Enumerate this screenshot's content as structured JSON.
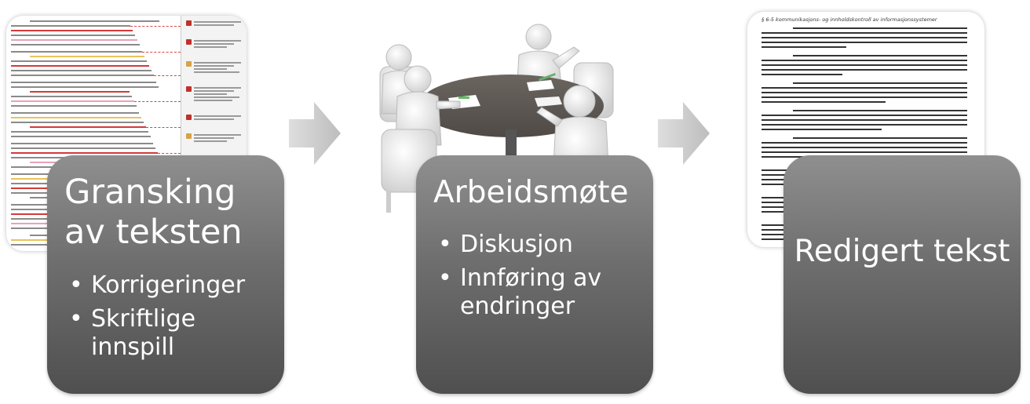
{
  "steps": [
    {
      "title": "Gransking av teksten",
      "bullets": [
        "Korrigeringer",
        "Skriftlige innspill"
      ]
    },
    {
      "title": "Arbeidsmøte",
      "bullets": [
        "Diskusjon",
        "Innføring av endringer"
      ]
    },
    {
      "title": "Redigert tekst",
      "bullets": []
    }
  ],
  "edited_doc": {
    "heading": "§ 6-5 kommunikasjons- og innholdskontroll av informasjonssystemer"
  },
  "icons": {
    "arrow": "arrow-right-icon",
    "bullet": "•"
  },
  "colors": {
    "box_top": "#8f8f8f",
    "box_bottom": "#4f4f4f",
    "arrow": "#c8c8c8",
    "text": "#ffffff"
  }
}
